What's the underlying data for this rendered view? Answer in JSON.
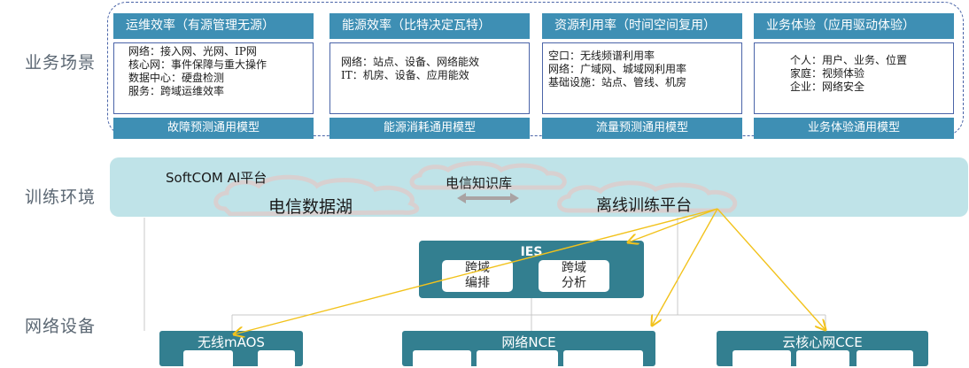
{
  "row_labels": {
    "business": "业务场景",
    "training": "训练环境",
    "network": "网络设备"
  },
  "scenarios": [
    {
      "title": "运维效率（有源管理无源）",
      "lines": [
        "网络：接入网、光网、IP网",
        "核心网：事件保障与重大操作",
        "数据中心：硬盘检测",
        "服务：跨域运维效率"
      ],
      "model": "故障预测通用模型"
    },
    {
      "title": "能源效率（比特决定瓦特）",
      "lines": [
        "网络：站点、设备、网络能效",
        "IT：机房、设备、应用能效"
      ],
      "model": "能源消耗通用模型"
    },
    {
      "title": "资源利用率（时间空间复用）",
      "lines": [
        "空口：无线频谱利用率",
        "网络：广域网、城域网利用率",
        "基础设施：站点、管线、机房"
      ],
      "model": "流量预测通用模型"
    },
    {
      "title": "业务体验（应用驱动体验）",
      "lines": [
        "个人：用户、业务、位置",
        "家庭：视频体验",
        "企业：网络安全"
      ],
      "model": "业务体验通用模型"
    }
  ],
  "training": {
    "platform": "SoftCOM  AI平台",
    "data_lake": "电信数据湖",
    "knowledge_base": "电信知识库",
    "offline_training": "离线训练平台"
  },
  "ies": {
    "title": "IES",
    "chips": [
      "跨域\n编排",
      "跨域\n分析"
    ]
  },
  "devices": [
    {
      "title": "无线mAOS"
    },
    {
      "title": "网络NCE"
    },
    {
      "title": "云核心网CCE"
    }
  ],
  "colors": {
    "scenario_blue": "#3e8fb4",
    "frame_border": "#4a64a8",
    "training_band": "#bfe3e8",
    "device_teal": "#337f90",
    "arrow_yellow": "#f2c21b"
  }
}
